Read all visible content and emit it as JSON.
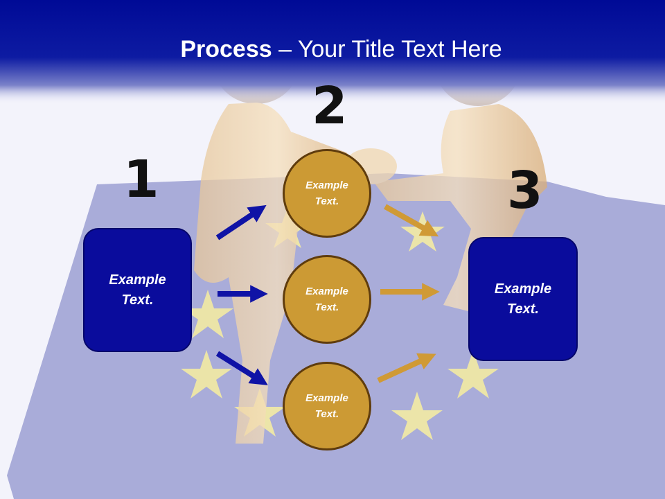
{
  "slide": {
    "title_bold": "Process",
    "title_rest": " – Your Title Text Here",
    "steps": {
      "one": "1",
      "two": "2",
      "three": "3"
    },
    "left_box": {
      "line1": "Example",
      "line2": "Text."
    },
    "right_box": {
      "line1": "Example",
      "line2": "Text."
    },
    "circles": [
      {
        "line1": "Example",
        "line2": "Text."
      },
      {
        "line1": "Example",
        "line2": "Text."
      },
      {
        "line1": "Example",
        "line2": "Text."
      }
    ]
  },
  "colors": {
    "header_blue": "#000c99",
    "box_blue": "#0a0c9c",
    "circle_gold": "#cc9a34",
    "arrow_blue": "#0f13a6",
    "arrow_gold": "#d09a35",
    "flag_blue": "#a9acd9",
    "star_yellow": "#efe8a6"
  }
}
